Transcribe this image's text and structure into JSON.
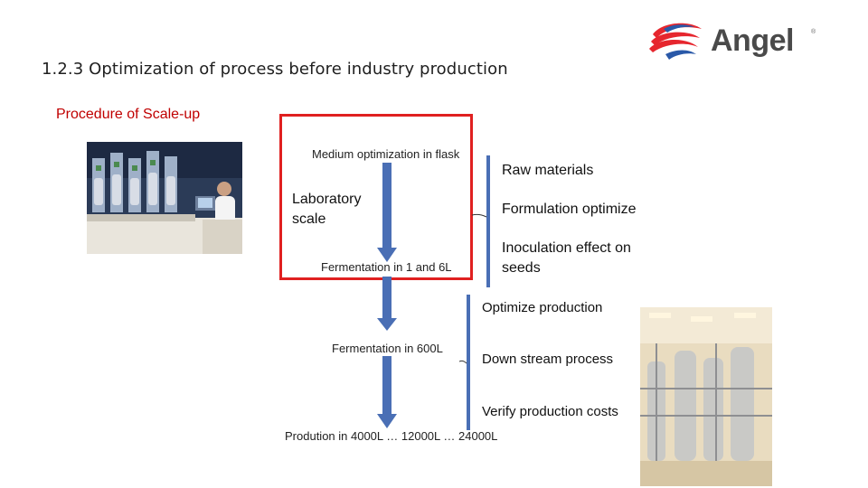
{
  "slide": {
    "title": "1.2.3 Optimization of process before industry production",
    "subtitle": "Procedure of Scale-up"
  },
  "logo": {
    "brand": "Angel",
    "mark": "®"
  },
  "flow": {
    "step1": "Medium optimization in flask",
    "lab_line1": "Laboratory",
    "lab_line2": "scale",
    "step2": "Fermentation in 1 and 6L",
    "step3": "Fermentation in 600L",
    "step4": "Prodution in 4000L … 12000L … 24000L"
  },
  "lab_notes": {
    "item1": "Raw materials",
    "item2": "Formulation optimize",
    "item3_line1": "Inoculation effect on",
    "item3_line2": "seeds"
  },
  "pilot_notes": {
    "item1": "Optimize production",
    "item2": "Down stream process",
    "item3": "Verify production costs"
  },
  "colors": {
    "accent_red": "#e02020",
    "arrow_blue": "#4a6fb5",
    "subtitle_red": "#c00000"
  }
}
